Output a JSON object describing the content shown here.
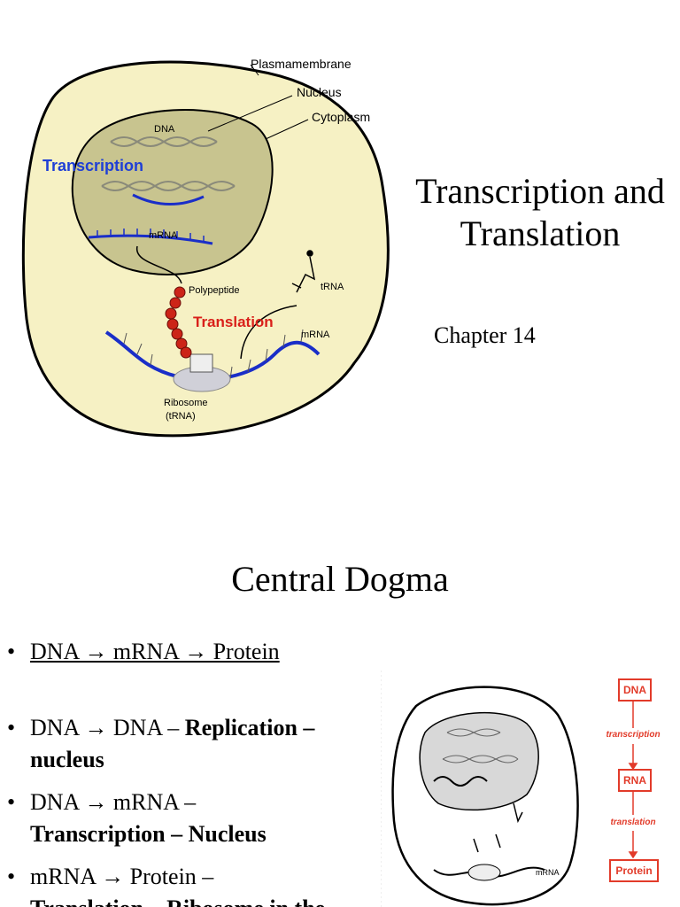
{
  "slide1": {
    "title": "Transcription and Translation",
    "subtitle": "Chapter 14",
    "diagram": {
      "labels": {
        "plasmamembrane": "Plasmamembrane",
        "nucleus": "Nucleus",
        "cytoplasm": "Cytoplasm",
        "dna": "DNA",
        "transcription": "Transcription",
        "mrna_nucleus": "mRNA",
        "polypeptide": "Polypeptide",
        "trna": "tRNA",
        "translation": "Translation",
        "mrna_cytoplasm": "mRNA",
        "ribosome": "Ribosome",
        "ribosome_sub": "(tRNA)"
      },
      "colors": {
        "cell": "#f6f1c4",
        "nucleus": "#c8c48f",
        "transcription": "#1f3fd6",
        "translation": "#d9201a",
        "strand": "#1a2ec8"
      }
    }
  },
  "slide2": {
    "title": "Central Dogma",
    "bullets": [
      {
        "text": "DNA →   mRNA →   Protein"
      },
      {
        "pre": "DNA →   DNA – ",
        "bold": "Replication –",
        "line2": "nucleus"
      },
      {
        "pre": "DNA →   mRNA –",
        "line2": "Transcription – Nucleus"
      },
      {
        "pre": "mRNA →   Protein –",
        "line2": "Translation – Ribosome in the"
      }
    ],
    "mini_diagram": {
      "mrna": "mRNA"
    },
    "flowchart": {
      "boxes": [
        "DNA",
        "RNA",
        "Protein"
      ],
      "arrows": [
        "transcription",
        "translation"
      ],
      "color": "#e23b2a"
    }
  }
}
